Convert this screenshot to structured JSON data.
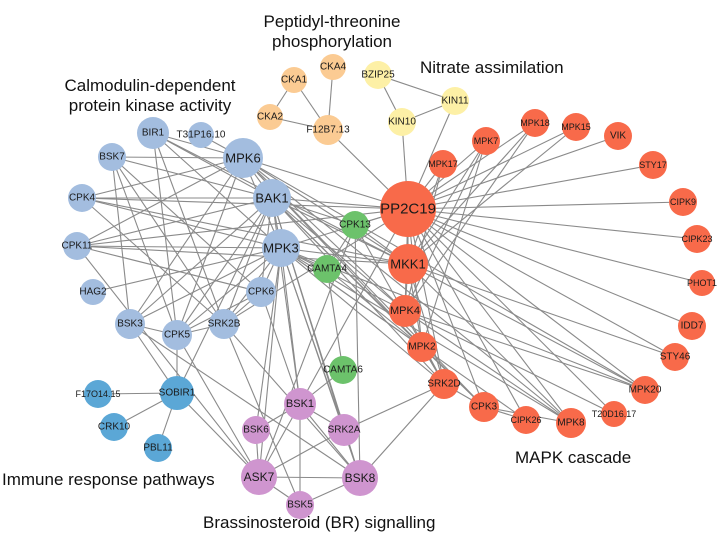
{
  "colors": {
    "calmodulin": "#a3bddf",
    "peptidyl": "#fbcb93",
    "nitrate": "#fdf0a6",
    "mapk": "#f86a4a",
    "green": "#6cc26b",
    "immune": "#5ba7d6",
    "brassinosteroid": "#cf95cf"
  },
  "clusters": {
    "calmodulin": "Calmodulin-dependent\nprotein kinase activity",
    "peptidyl": "Peptidyl-threonine\nphosphorylation",
    "nitrate": "Nitrate assimilation",
    "mapk": "MAPK cascade",
    "immune": "Immune response pathways",
    "brassinosteroid": "Brassinosteroid (BR) signalling"
  },
  "nodes": [
    {
      "id": "CKA1",
      "group": "peptidyl"
    },
    {
      "id": "CKA4",
      "group": "peptidyl"
    },
    {
      "id": "CKA2",
      "group": "peptidyl"
    },
    {
      "id": "F12B7.13",
      "group": "peptidyl"
    },
    {
      "id": "BZIP25",
      "group": "nitrate"
    },
    {
      "id": "KIN11",
      "group": "nitrate"
    },
    {
      "id": "KIN10",
      "group": "nitrate"
    },
    {
      "id": "BIR1",
      "group": "calmodulin"
    },
    {
      "id": "T31P16.10",
      "group": "calmodulin"
    },
    {
      "id": "BSK7",
      "group": "calmodulin"
    },
    {
      "id": "MPK6",
      "group": "calmodulin"
    },
    {
      "id": "CPK4",
      "group": "calmodulin"
    },
    {
      "id": "BAK1",
      "group": "calmodulin"
    },
    {
      "id": "CPK11",
      "group": "calmodulin"
    },
    {
      "id": "MPK3",
      "group": "calmodulin"
    },
    {
      "id": "HAG2",
      "group": "calmodulin"
    },
    {
      "id": "CPK6",
      "group": "calmodulin"
    },
    {
      "id": "BSK3",
      "group": "calmodulin"
    },
    {
      "id": "CPK5",
      "group": "calmodulin"
    },
    {
      "id": "SRK2B",
      "group": "calmodulin"
    },
    {
      "id": "CPK13",
      "group": "green"
    },
    {
      "id": "CAMTA4",
      "group": "green"
    },
    {
      "id": "CAMTA6",
      "group": "green"
    },
    {
      "id": "SOBIR1",
      "group": "immune"
    },
    {
      "id": "F17O14.15",
      "group": "immune"
    },
    {
      "id": "CRK10",
      "group": "immune"
    },
    {
      "id": "PBL11",
      "group": "immune"
    },
    {
      "id": "BSK1",
      "group": "brassinosteroid"
    },
    {
      "id": "BSK6",
      "group": "brassinosteroid"
    },
    {
      "id": "SRK2A",
      "group": "brassinosteroid"
    },
    {
      "id": "ASK7",
      "group": "brassinosteroid"
    },
    {
      "id": "BSK8",
      "group": "brassinosteroid"
    },
    {
      "id": "BSK5",
      "group": "brassinosteroid"
    },
    {
      "id": "PP2C19",
      "group": "mapk"
    },
    {
      "id": "MKK1",
      "group": "mapk"
    },
    {
      "id": "MPK4",
      "group": "mapk"
    },
    {
      "id": "MPK2",
      "group": "mapk"
    },
    {
      "id": "SRK2D",
      "group": "mapk"
    },
    {
      "id": "CPK3",
      "group": "mapk"
    },
    {
      "id": "CIPK26",
      "group": "mapk"
    },
    {
      "id": "MPK8",
      "group": "mapk"
    },
    {
      "id": "T20D16.17",
      "group": "mapk"
    },
    {
      "id": "MPK20",
      "group": "mapk"
    },
    {
      "id": "STY46",
      "group": "mapk"
    },
    {
      "id": "IDD7",
      "group": "mapk"
    },
    {
      "id": "PHOT1",
      "group": "mapk"
    },
    {
      "id": "CIPK23",
      "group": "mapk"
    },
    {
      "id": "CIPK9",
      "group": "mapk"
    },
    {
      "id": "STY17",
      "group": "mapk"
    },
    {
      "id": "VIK",
      "group": "mapk"
    },
    {
      "id": "MPK15",
      "group": "mapk"
    },
    {
      "id": "MPK18",
      "group": "mapk"
    },
    {
      "id": "MPK7",
      "group": "mapk"
    },
    {
      "id": "MPK17",
      "group": "mapk"
    }
  ],
  "edges": [
    [
      "CKA1",
      "CKA2"
    ],
    [
      "CKA1",
      "F12B7.13"
    ],
    [
      "CKA4",
      "F12B7.13"
    ],
    [
      "CKA2",
      "F12B7.13"
    ],
    [
      "F12B7.13",
      "PP2C19"
    ],
    [
      "BZIP25",
      "KIN10"
    ],
    [
      "BZIP25",
      "KIN11"
    ],
    [
      "KIN10",
      "KIN11"
    ],
    [
      "KIN10",
      "PP2C19"
    ],
    [
      "KIN11",
      "PP2C19"
    ],
    [
      "PP2C19",
      "MPK17"
    ],
    [
      "PP2C19",
      "MPK7"
    ],
    [
      "PP2C19",
      "MPK18"
    ],
    [
      "PP2C19",
      "MPK15"
    ],
    [
      "PP2C19",
      "VIK"
    ],
    [
      "PP2C19",
      "STY17"
    ],
    [
      "PP2C19",
      "CIPK9"
    ],
    [
      "PP2C19",
      "CIPK23"
    ],
    [
      "PP2C19",
      "PHOT1"
    ],
    [
      "PP2C19",
      "IDD7"
    ],
    [
      "PP2C19",
      "STY46"
    ],
    [
      "PP2C19",
      "MPK20"
    ],
    [
      "PP2C19",
      "T20D16.17"
    ],
    [
      "PP2C19",
      "MPK8"
    ],
    [
      "PP2C19",
      "CIPK26"
    ],
    [
      "PP2C19",
      "CPK3"
    ],
    [
      "PP2C19",
      "SRK2D"
    ],
    [
      "PP2C19",
      "MPK2"
    ],
    [
      "PP2C19",
      "MPK4"
    ],
    [
      "PP2C19",
      "MKK1"
    ],
    [
      "PP2C19",
      "MPK6"
    ],
    [
      "PP2C19",
      "BAK1"
    ],
    [
      "PP2C19",
      "MPK3"
    ],
    [
      "PP2C19",
      "CPK4"
    ],
    [
      "PP2C19",
      "CPK11"
    ],
    [
      "PP2C19",
      "CPK13"
    ],
    [
      "PP2C19",
      "BSK1"
    ],
    [
      "PP2C19",
      "SRK2B"
    ],
    [
      "MKK1",
      "MPK17"
    ],
    [
      "MKK1",
      "MPK7"
    ],
    [
      "MKK1",
      "MPK18"
    ],
    [
      "MKK1",
      "MPK15"
    ],
    [
      "MKK1",
      "MPK4"
    ],
    [
      "MKK1",
      "MPK2"
    ],
    [
      "MKK1",
      "MPK6"
    ],
    [
      "MKK1",
      "MPK3"
    ],
    [
      "MKK1",
      "MPK20"
    ],
    [
      "MKK1",
      "MPK8"
    ],
    [
      "MKK1",
      "STY46"
    ],
    [
      "MKK1",
      "SRK2D"
    ],
    [
      "MKK1",
      "CPK13"
    ],
    [
      "MPK4",
      "MPK17"
    ],
    [
      "MPK4",
      "MPK7"
    ],
    [
      "MPK4",
      "MPK18"
    ],
    [
      "MPK4",
      "MPK20"
    ],
    [
      "MPK4",
      "MPK8"
    ],
    [
      "MPK4",
      "SRK2D"
    ],
    [
      "MPK2",
      "MPK7"
    ],
    [
      "MPK2",
      "SRK2D"
    ],
    [
      "MPK2",
      "CPK3"
    ],
    [
      "MPK2",
      "MPK6"
    ],
    [
      "SRK2D",
      "CPK3"
    ],
    [
      "SRK2D",
      "SRK2A"
    ],
    [
      "SRK2D",
      "BSK8"
    ],
    [
      "SRK2D",
      "MPK3"
    ],
    [
      "SRK2D",
      "BAK1"
    ],
    [
      "SRK2D",
      "CPK13"
    ],
    [
      "CPK3",
      "CIPK26"
    ],
    [
      "CPK3",
      "MPK8"
    ],
    [
      "CPK3",
      "MPK6"
    ],
    [
      "CPK3",
      "BAK1"
    ],
    [
      "CIPK26",
      "MPK3"
    ],
    [
      "MPK8",
      "MPK6"
    ],
    [
      "MPK8",
      "MPK3"
    ],
    [
      "T20D16.17",
      "MPK4"
    ],
    [
      "MPK20",
      "MPK6"
    ],
    [
      "MPK20",
      "MPK3"
    ],
    [
      "BIR1",
      "MPK6"
    ],
    [
      "BIR1",
      "BAK1"
    ],
    [
      "BIR1",
      "MPK3"
    ],
    [
      "BIR1",
      "CPK5"
    ],
    [
      "BIR1",
      "SRK2B"
    ],
    [
      "BIR1",
      "MKK1"
    ],
    [
      "T31P16.10",
      "MPK6"
    ],
    [
      "BSK7",
      "MPK6"
    ],
    [
      "BSK7",
      "BAK1"
    ],
    [
      "BSK7",
      "BSK3"
    ],
    [
      "BSK7",
      "CPK5"
    ],
    [
      "BSK7",
      "SRK2B"
    ],
    [
      "BSK7",
      "CPK6"
    ],
    [
      "MPK6",
      "BAK1"
    ],
    [
      "MPK6",
      "MPK3"
    ],
    [
      "MPK6",
      "CPK5"
    ],
    [
      "MPK6",
      "BSK3"
    ],
    [
      "MPK6",
      "CPK4"
    ],
    [
      "MPK6",
      "CPK11"
    ],
    [
      "MPK6",
      "MPK4"
    ],
    [
      "CPK4",
      "BAK1"
    ],
    [
      "CPK4",
      "MPK3"
    ],
    [
      "CPK4",
      "MKK1"
    ],
    [
      "CPK4",
      "SRK2B"
    ],
    [
      "BAK1",
      "MPK3"
    ],
    [
      "BAK1",
      "CPK11"
    ],
    [
      "BAK1",
      "BSK3"
    ],
    [
      "BAK1",
      "CPK5"
    ],
    [
      "BAK1",
      "SRK2B"
    ],
    [
      "BAK1",
      "CPK6"
    ],
    [
      "BAK1",
      "MKK1"
    ],
    [
      "BAK1",
      "MPK4"
    ],
    [
      "BAK1",
      "MPK2"
    ],
    [
      "BAK1",
      "CPK13"
    ],
    [
      "BAK1",
      "BSK1"
    ],
    [
      "BAK1",
      "SRK2A"
    ],
    [
      "BAK1",
      "BSK8"
    ],
    [
      "BAK1",
      "SOBIR1"
    ],
    [
      "CPK11",
      "MPK3"
    ],
    [
      "CPK11",
      "MKK1"
    ],
    [
      "CPK11",
      "CPK6"
    ],
    [
      "CPK11",
      "ASK7"
    ],
    [
      "MPK3",
      "HAG2"
    ],
    [
      "MPK3",
      "CPK6"
    ],
    [
      "MPK3",
      "CPK5"
    ],
    [
      "MPK3",
      "BSK3"
    ],
    [
      "MPK3",
      "SRK2B"
    ],
    [
      "MPK3",
      "MPK4"
    ],
    [
      "MPK3",
      "MPK2"
    ],
    [
      "MPK3",
      "BSK1"
    ],
    [
      "MPK3",
      "BSK6"
    ],
    [
      "MPK3",
      "SRK2A"
    ],
    [
      "MPK3",
      "BSK8"
    ],
    [
      "MPK3",
      "ASK7"
    ],
    [
      "MPK3",
      "CAMTA4"
    ],
    [
      "CPK6",
      "CPK5"
    ],
    [
      "CPK6",
      "SRK2B"
    ],
    [
      "CPK6",
      "BSK1"
    ],
    [
      "BSK3",
      "CPK5"
    ],
    [
      "BSK3",
      "SOBIR1"
    ],
    [
      "BSK3",
      "BSK8"
    ],
    [
      "CPK5",
      "SRK2B"
    ],
    [
      "CPK5",
      "SOBIR1"
    ],
    [
      "CPK5",
      "ASK7"
    ],
    [
      "SRK2B",
      "BSK8"
    ],
    [
      "SRK2B",
      "BSK5"
    ],
    [
      "CPK13",
      "CAMTA4"
    ],
    [
      "CPK13",
      "BSK8"
    ],
    [
      "CPK13",
      "ASK7"
    ],
    [
      "CAMTA4",
      "CAMTA6"
    ],
    [
      "CAMTA4",
      "MPK2"
    ],
    [
      "CAMTA6",
      "BSK1"
    ],
    [
      "SOBIR1",
      "F17O14.15"
    ],
    [
      "SOBIR1",
      "CRK10"
    ],
    [
      "SOBIR1",
      "PBL11"
    ],
    [
      "SOBIR1",
      "ASK7"
    ],
    [
      "BSK1",
      "BSK6"
    ],
    [
      "BSK1",
      "SRK2A"
    ],
    [
      "BSK1",
      "ASK7"
    ],
    [
      "BSK1",
      "BSK8"
    ],
    [
      "BSK1",
      "BSK5"
    ],
    [
      "BSK6",
      "ASK7"
    ],
    [
      "SRK2A",
      "ASK7"
    ],
    [
      "SRK2A",
      "BSK8"
    ],
    [
      "ASK7",
      "BSK8"
    ],
    [
      "ASK7",
      "BSK5"
    ],
    [
      "BSK5",
      "BSK8"
    ]
  ]
}
